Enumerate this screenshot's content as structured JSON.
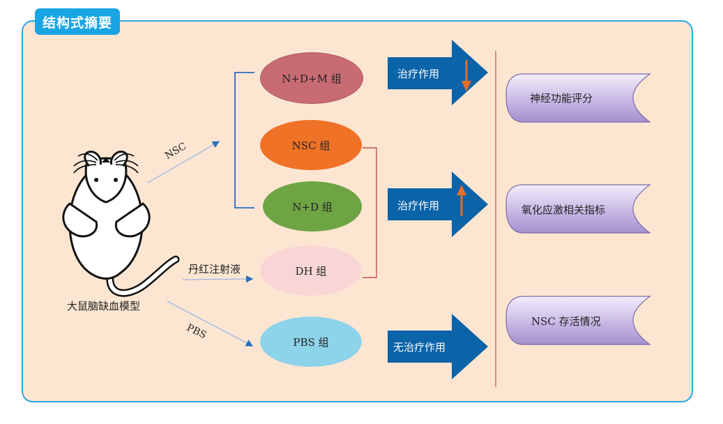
{
  "tab_title": "结构式摘要",
  "model_label": "大鼠脑缺血模型",
  "paths": {
    "nsc": "NSC",
    "dh_injection": "丹红注射液",
    "pbs": "PBS"
  },
  "groups": {
    "ndm": "N+D+M 组",
    "nsc": "NSC 组",
    "nd": "N+D 组",
    "dh": "DH 组",
    "pbs": "PBS 组"
  },
  "effects": {
    "top": "治疗作用",
    "middle": "治疗作用",
    "bottom": "无治疗作用"
  },
  "outcomes": {
    "neuro": "神经功能评分",
    "oxidative": "氧化应激相关指标",
    "nsc_survival": "NSC 存活情况"
  },
  "colors": {
    "panel_bg": "#fce6d2",
    "panel_border": "#29a6e0",
    "tab": "#19a4e3",
    "ndm": "#c96b73",
    "nsc": "#f07227",
    "nd": "#6fa444",
    "dh": "#f8d6d6",
    "pbs": "#8dd3ea",
    "arrow": "#0b63a8",
    "up_down_arrow": "#e46f2b",
    "bracket_blue": "#2a6fc0",
    "bracket_red": "#c0504d"
  }
}
